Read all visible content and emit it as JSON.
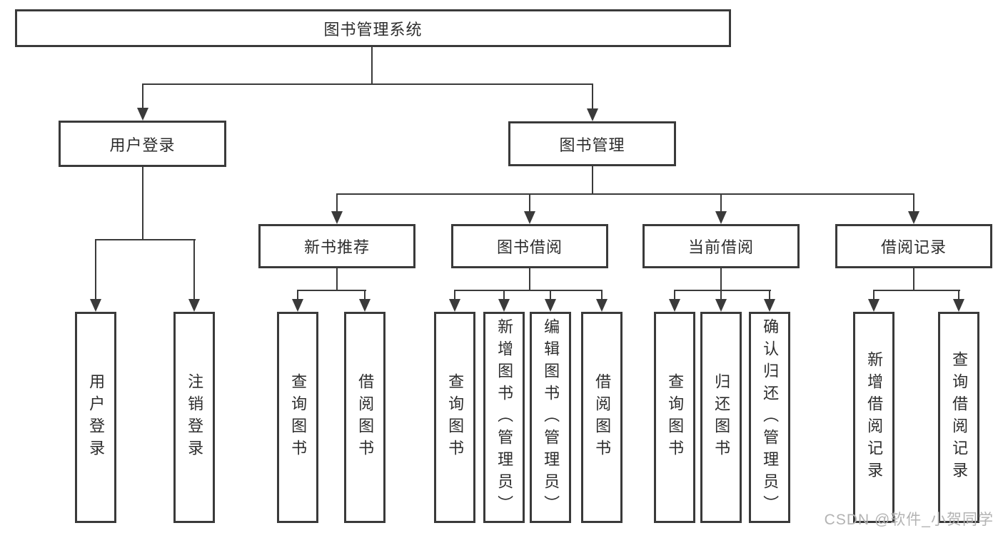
{
  "diagram_type": "hierarchy-tree",
  "tree": {
    "label": "图书管理系统",
    "children": [
      {
        "label": "用户登录",
        "children": [
          {
            "label": "用户登录"
          },
          {
            "label": "注销登录"
          }
        ]
      },
      {
        "label": "图书管理",
        "children": [
          {
            "label": "新书推荐",
            "children": [
              {
                "label": "查询图书"
              },
              {
                "label": "借阅图书"
              }
            ]
          },
          {
            "label": "图书借阅",
            "children": [
              {
                "label": "查询图书"
              },
              {
                "label": "新增图书（管理员）"
              },
              {
                "label": "编辑图书（管理员）"
              },
              {
                "label": "借阅图书"
              }
            ]
          },
          {
            "label": "当前借阅",
            "children": [
              {
                "label": "查询图书"
              },
              {
                "label": "归还图书"
              },
              {
                "label": "确认归还（管理员）"
              }
            ]
          },
          {
            "label": "借阅记录",
            "children": [
              {
                "label": "新增借阅记录"
              },
              {
                "label": "查询借阅记录"
              }
            ]
          }
        ]
      }
    ]
  },
  "watermark": {
    "text": "CSDN @软件_小贺同学"
  },
  "colors": {
    "line": "#3a3a3a",
    "text": "#2d2d2d",
    "watermark": "#b3b3b3",
    "background": "#ffffff"
  }
}
